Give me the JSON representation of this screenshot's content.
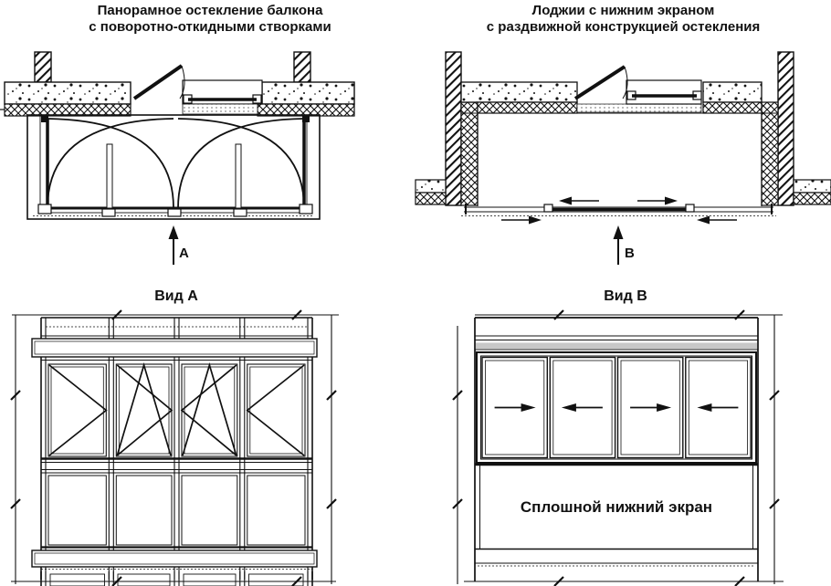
{
  "plan_left": {
    "title_line1": "Панорамное остекление балкона",
    "title_line2": "с поворотно-откидными створками",
    "section_label": "А"
  },
  "plan_right": {
    "title_line1": "Лоджии с нижним экраном",
    "title_line2": "с раздвижной конструкцией остекления",
    "section_label": "В"
  },
  "elevation_a": {
    "title": "Вид А"
  },
  "elevation_b": {
    "title": "Вид В",
    "screen_label": "Сплошной нижний экран"
  },
  "colors": {
    "line": "#111111",
    "background": "#ffffff"
  }
}
